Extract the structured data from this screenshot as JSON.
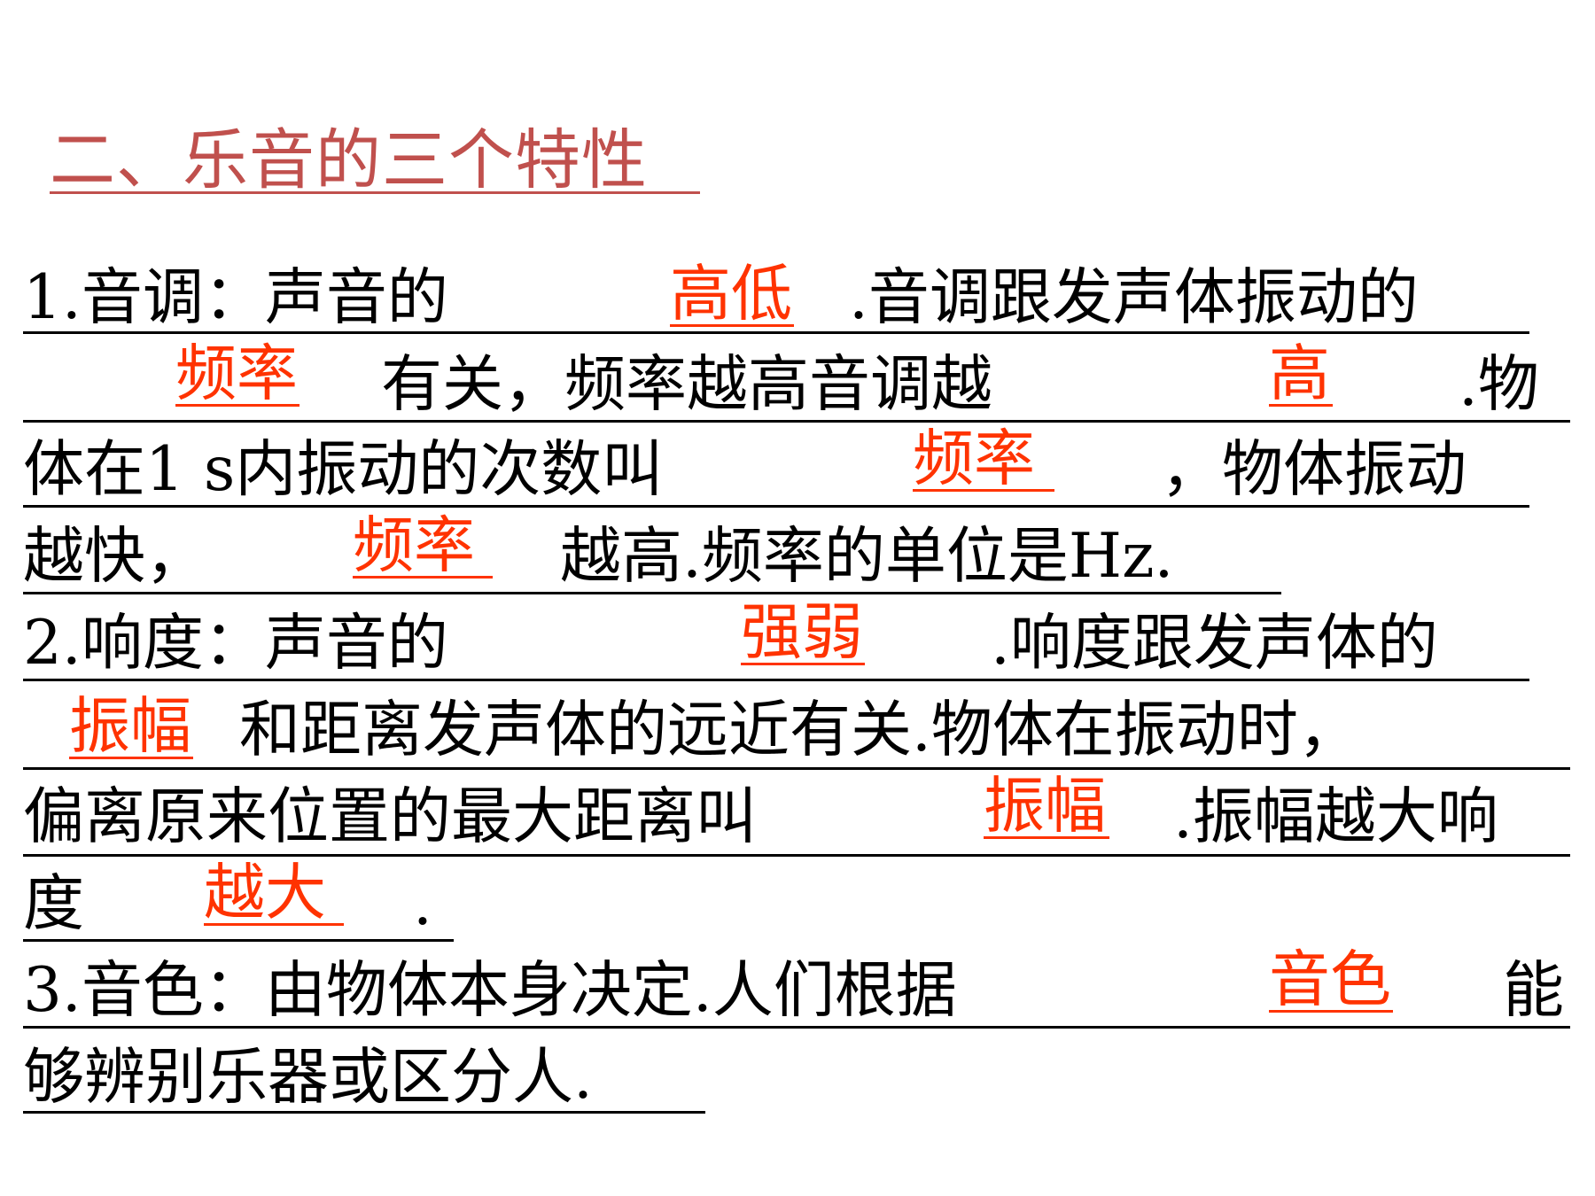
{
  "title": "二、乐音的三个特性",
  "sections": {
    "pitch": {
      "l1_text": "1.音调：声音的",
      "l1_answer": "高低",
      "l1_rest": ".音调跟发声体振动的",
      "l2_answer": "频率",
      "l2_text": "有关，频率越高音调越",
      "l2_answer2": "高",
      "l2_rest": ".物",
      "l3_text": "体在1 s内振动的次数叫",
      "l3_answer": "频率",
      "l3_rest": "，物体振动",
      "l4_text": "越快，",
      "l4_answer": "频率",
      "l4_rest": "越高.频率的单位是Hz."
    },
    "loudness": {
      "l1_text": "2.响度：声音的",
      "l1_answer": "强弱",
      "l1_rest": ".响度跟发声体的",
      "l2_answer": "振幅",
      "l2_text": "和距离发声体的远近有关.物体在振动时，",
      "l3_text": "偏离原来位置的最大距离叫",
      "l3_answer": "振幅",
      "l3_rest": ".振幅越大响",
      "l4_text": "度",
      "l4_answer": "越大",
      "l4_rest": "."
    },
    "timbre": {
      "l1_text": "3.音色：由物体本身决定.人们根据",
      "l1_answer": "音色",
      "l1_rest": "能",
      "l2_text": "够辨别乐器或区分人."
    }
  }
}
